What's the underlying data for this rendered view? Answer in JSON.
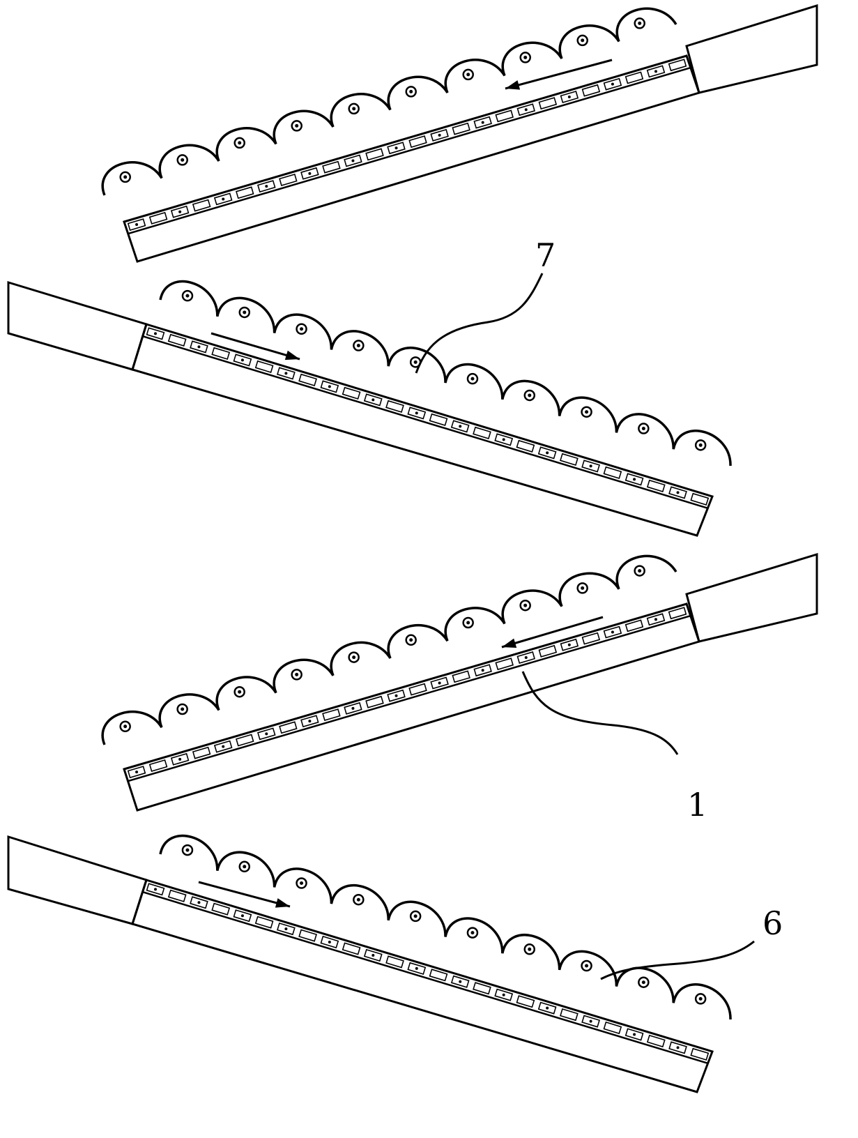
{
  "figure": {
    "background": "#ffffff",
    "ink_color": "#000000",
    "tiers": [
      {
        "id": "tier-1",
        "flow_direction": "left-down"
      },
      {
        "id": "tier-2",
        "flow_direction": "right-down"
      },
      {
        "id": "tier-3",
        "flow_direction": "left-down"
      },
      {
        "id": "tier-4",
        "flow_direction": "right-down"
      }
    ],
    "reference_labels": [
      {
        "id": "label-7",
        "text": "7"
      },
      {
        "id": "label-1",
        "text": "1"
      },
      {
        "id": "label-6",
        "text": "6"
      }
    ]
  }
}
